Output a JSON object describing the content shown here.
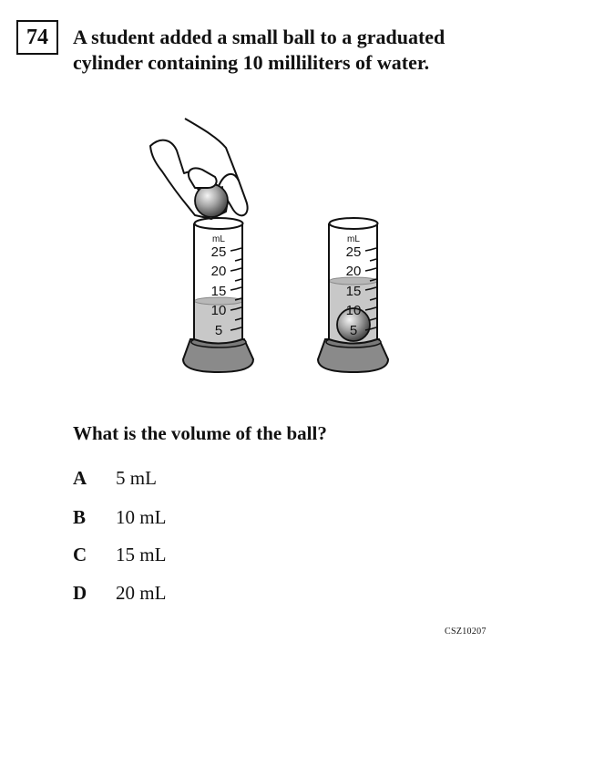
{
  "question_number": "74",
  "stem_lines": [
    "A student added a small ball to a graduated",
    "cylinder containing 10 milliliters of water."
  ],
  "figure": {
    "unit_label": "mL",
    "scale_labels": [
      "25",
      "20",
      "15",
      "10",
      "5"
    ],
    "left_cylinder": {
      "water_level_ml": 10,
      "ball_state": "held in hand above cylinder"
    },
    "right_cylinder": {
      "water_level_ml": 15,
      "ball_state": "submerged at bottom"
    }
  },
  "question": "What is the volume of the ball?",
  "choices": [
    {
      "letter": "A",
      "text": "5 mL"
    },
    {
      "letter": "B",
      "text": "10 mL"
    },
    {
      "letter": "C",
      "text": "15 mL"
    },
    {
      "letter": "D",
      "text": "20 mL"
    }
  ],
  "item_code": "CSZ10207"
}
